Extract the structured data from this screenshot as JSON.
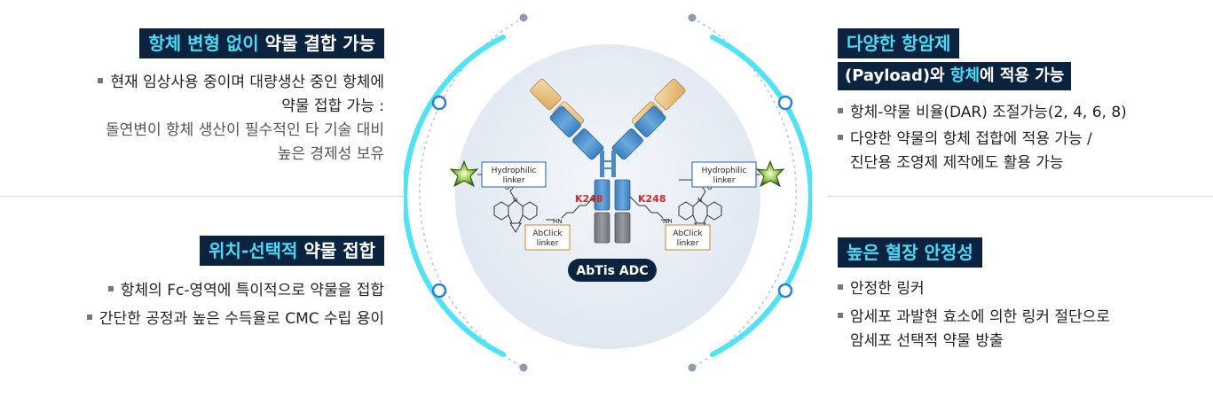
{
  "left_top": {
    "title_a": "항체 변형 없이",
    "title_b": " 약물 결합 가능",
    "line1": "현재 임상사용 중이며 대량생산 중인 항체에",
    "line2": "약물 접합 가능 :",
    "line3": "돌연변이 항체 생산이 필수적인 타 기술 대비",
    "line4": "높은 경제성 보유"
  },
  "left_bottom": {
    "title_a": "위치-선택적",
    "title_b": " 약물 접합",
    "line1": "항체의 Fc-영역에 특이적으로 약물을 접합",
    "line2": "간단한 공정과 높은 수득율로 CMC 수립 용이"
  },
  "right_top": {
    "title": "다양한 항암제",
    "sub_a": "(Payload)와 ",
    "sub_b": "항체",
    "sub_c": "에 적용 가능",
    "line1": "항체-약물 비율(DAR) 조절가능(2, 4, 6, 8)",
    "line2": "다양한 약물의 항체 접합에 적용 가능 /",
    "line3": "진단용 조영제 제작에도 활용 가능"
  },
  "right_bottom": {
    "title": "높은 혈장 안정성",
    "line1": "안정한 링커",
    "line2": "암세포 과발현 효소에 의한 링커 절단으로",
    "line3": "암세포 선택적 약물 방출"
  },
  "diagram": {
    "label_left_hydro": [
      "Hydrophilic",
      "linker"
    ],
    "label_right_hydro": [
      "Hydrophilic",
      "linker"
    ],
    "label_left_abclick": [
      "AbClick",
      "linker"
    ],
    "label_right_abclick": [
      "AbClick",
      "linker"
    ],
    "k_left": "K248",
    "k_right": "K248",
    "nh_left": "HN",
    "nh_right": "NH",
    "o_label": "O",
    "n_label": "N",
    "adc_label": "AbTis ADC"
  },
  "colors": {
    "navy": "#0c2340",
    "cyan": "#4dd9f6",
    "ring_blue": "#2f7fd6",
    "antibody_blue": "#4a8bc4",
    "antibody_tan": "#e8c27d",
    "k_red": "#d62828"
  }
}
